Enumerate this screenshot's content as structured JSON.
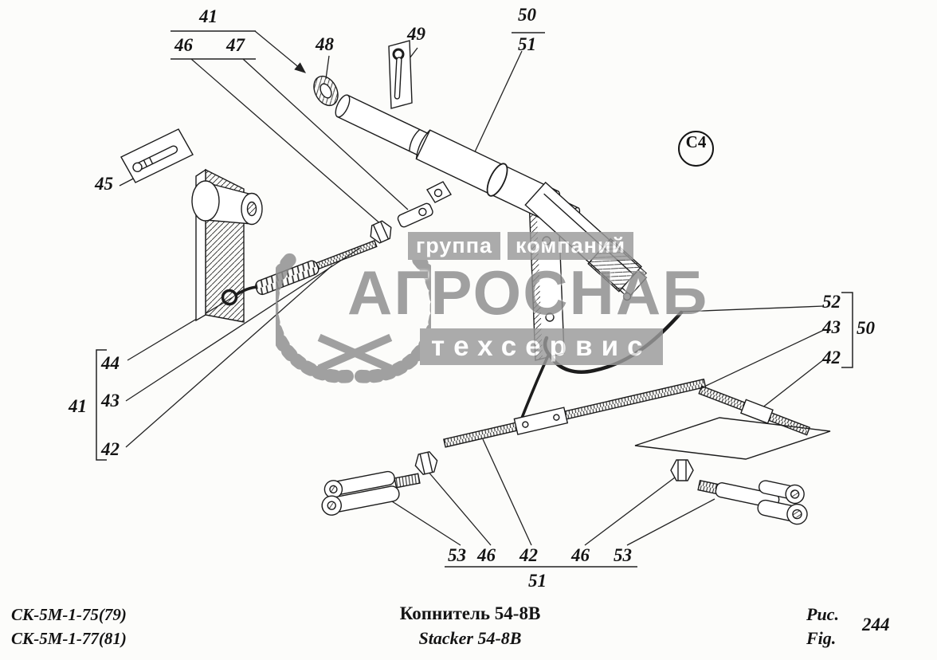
{
  "figure": {
    "section_badge": "С4",
    "model_line1": "СК-5М-1-75(79)",
    "model_line2": "СК-5М-1-77(81)",
    "title_ru": "Копнитель 54-8В",
    "title_en": "Stacker 54-8B",
    "fig_label_ru": "Рис.",
    "fig_label_en": "Fig.",
    "fig_number": "244"
  },
  "callouts": {
    "c41_top": "41",
    "c46_top": "46",
    "c47_top": "47",
    "c48": "48",
    "c49": "49",
    "c50_top": "50",
    "c51_top": "51",
    "c45": "45",
    "c44": "44",
    "c41_left": "41",
    "c43_left": "43",
    "c42_left": "42",
    "c52": "52",
    "c43_right": "43",
    "c50_right": "50",
    "c42_right": "42",
    "bottom": [
      "53",
      "46",
      "42",
      "46",
      "53"
    ],
    "c51_bottom": "51"
  },
  "watermark": {
    "word1": "группа",
    "word2": "компаний",
    "brand": "АГРОСНАБ",
    "line3": "техсервис"
  },
  "colors": {
    "ink": "#1c1c1c",
    "watermark_gray": "#8d8d8d"
  }
}
